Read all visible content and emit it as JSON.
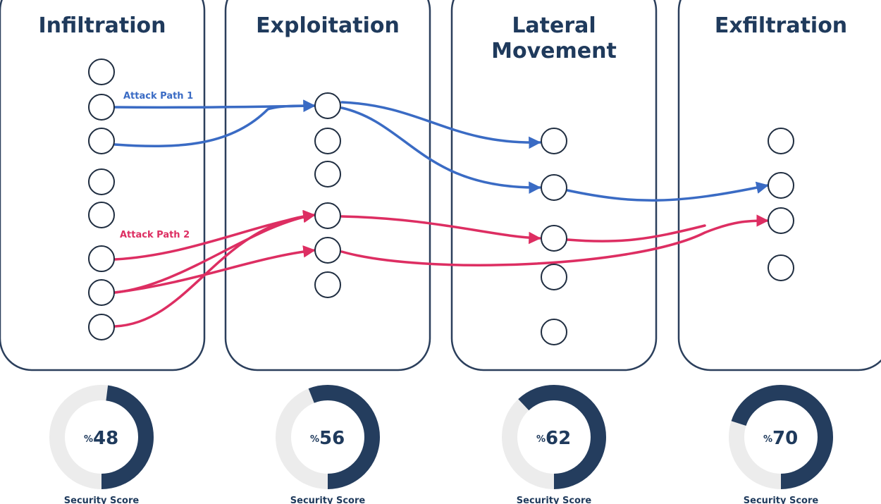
{
  "colors": {
    "panel_stroke": "#2b3f5c",
    "title": "#1f3a5c",
    "node_stroke": "#1f2d40",
    "path1": "#3a6bc4",
    "path2": "#dd2e62",
    "gauge_fill": "#243d5e",
    "gauge_track": "#ececec"
  },
  "panels": [
    {
      "title_lines": [
        "Infiltration"
      ]
    },
    {
      "title_lines": [
        "Exploitation"
      ]
    },
    {
      "title_lines": [
        "Lateral",
        "Movement"
      ]
    },
    {
      "title_lines": [
        "Exfiltration"
      ]
    }
  ],
  "paths": [
    {
      "label": "Attack Path 1",
      "color": "path1"
    },
    {
      "label": "Attack Path 2",
      "color": "path2"
    }
  ],
  "gauges": [
    {
      "stage": "Infiltration",
      "value": "48",
      "fraction": 0.48,
      "prefix": "%",
      "caption": "Security Score"
    },
    {
      "stage": "Exploitation",
      "value": "56",
      "fraction": 0.56,
      "prefix": "%",
      "caption": "Security Score"
    },
    {
      "stage": "Lateral Movement",
      "value": "62",
      "fraction": 0.62,
      "prefix": "%",
      "caption": "Security Score"
    },
    {
      "stage": "Exfiltration",
      "value": "70",
      "fraction": 0.7,
      "prefix": "%",
      "caption": "Security Score"
    }
  ]
}
